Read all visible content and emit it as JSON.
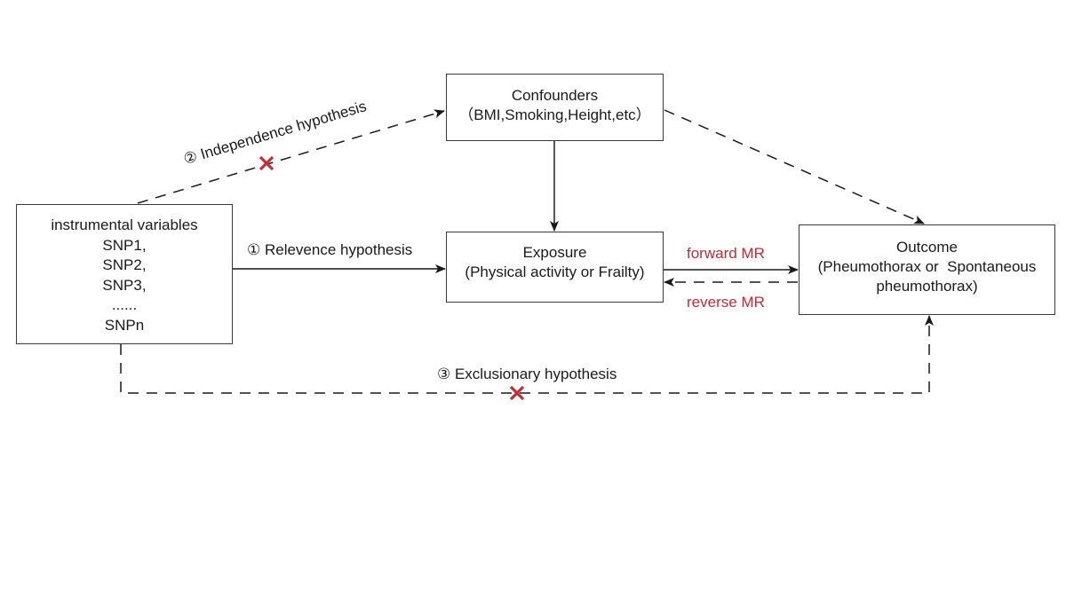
{
  "diagram": {
    "type": "mendelian-randomization-flow",
    "nodes": {
      "confounders": {
        "lines": [
          "Confounders",
          "（BMI,Smoking,Height,etc）"
        ]
      },
      "instrumental_variables": {
        "lines": [
          "instrumental variables",
          "SNP1,",
          "SNP2,",
          "SNP3,",
          "......",
          "SNPn"
        ]
      },
      "exposure": {
        "lines": [
          "Exposure",
          "(Physical activity or Frailty)"
        ]
      },
      "outcome": {
        "lines": [
          "Outcome",
          "(Pheumothorax or  Spontaneous",
          "pheumothorax)"
        ]
      }
    },
    "edges": {
      "relevance": {
        "label": "① Relevence hypothesis",
        "from": "instrumental_variables",
        "to": "exposure",
        "style": "solid"
      },
      "independence": {
        "label": "② Independence hypothesis",
        "from": "instrumental_variables",
        "to": "confounders",
        "style": "dashed",
        "blocked": true
      },
      "exclusion": {
        "label": "③ Exclusionary hypothesis",
        "from": "instrumental_variables",
        "to": "outcome",
        "style": "dashed",
        "blocked": true
      },
      "confounder_exposure": {
        "label": "",
        "from": "confounders",
        "to": "exposure",
        "style": "solid"
      },
      "confounder_outcome": {
        "label": "",
        "from": "confounders",
        "to": "outcome",
        "style": "dashed"
      },
      "forward_mr": {
        "label": "forward MR",
        "from": "exposure",
        "to": "outcome",
        "style": "solid"
      },
      "reverse_mr": {
        "label": "reverse MR",
        "from": "outcome",
        "to": "exposure",
        "style": "dashed"
      }
    },
    "colors": {
      "line": "#1a1a1a",
      "box_border": "#3a3a3a",
      "accent_red": "#b5303a",
      "blocked_mark": "#c0303a"
    },
    "icons": {
      "blocked_mark": "cross-mark-icon"
    }
  }
}
